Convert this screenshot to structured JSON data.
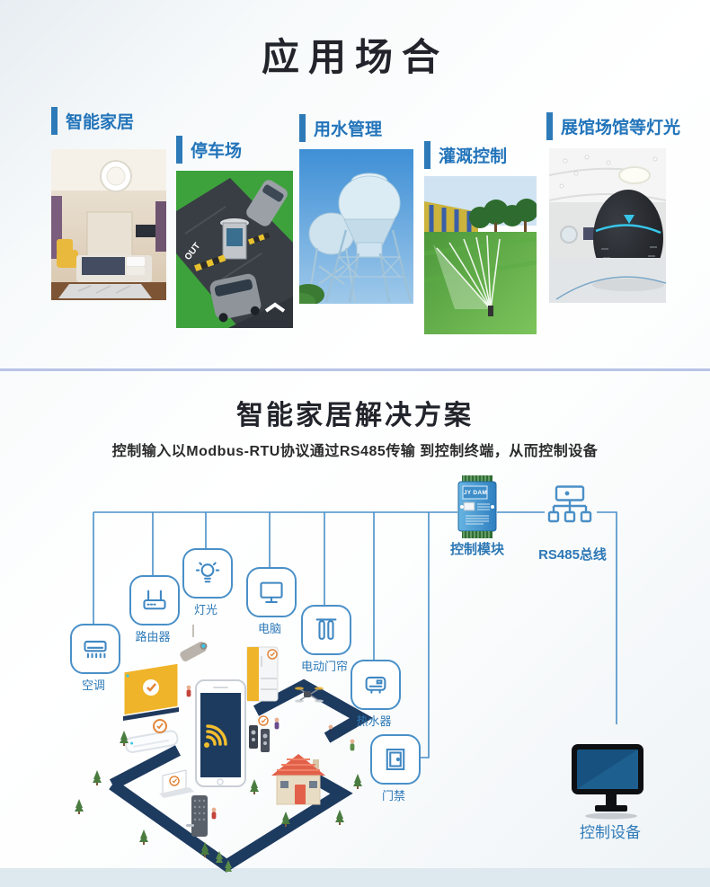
{
  "page": {
    "title": "应用场合",
    "solution_title": "智能家居解决方案",
    "solution_subtitle": "控制输入以Modbus-RTU协议通过RS485传输 到控制终端，从而控制设备"
  },
  "applications": [
    {
      "label": "智能家居",
      "image": "bedroom-photo"
    },
    {
      "label": "停车场",
      "image": "parking-lot-illustration",
      "road_text": "OUT"
    },
    {
      "label": "用水管理",
      "image": "water-tower-photo"
    },
    {
      "label": "灌溉控制",
      "image": "irrigation-sprinkler-photo"
    },
    {
      "label": "展馆场馆等灯光",
      "image": "exhibition-hall-photo"
    }
  ],
  "solution": {
    "devices": [
      {
        "label": "空调",
        "icon": "air-conditioner-icon"
      },
      {
        "label": "路由器",
        "icon": "router-icon"
      },
      {
        "label": "灯光",
        "icon": "light-bulb-icon"
      },
      {
        "label": "电脑",
        "icon": "computer-icon"
      },
      {
        "label": "电动门帘",
        "icon": "electric-curtain-icon"
      },
      {
        "label": "热水器",
        "icon": "water-heater-icon"
      },
      {
        "label": "门禁",
        "icon": "door-access-icon"
      }
    ],
    "control_module": {
      "label": "控制模块",
      "brand": "JY DAM"
    },
    "bus": {
      "label": "RS485总线"
    },
    "control_device": {
      "label": "控制设备"
    }
  },
  "colors": {
    "accent_blue": "#2e7ab8",
    "label_blue": "#2274ba",
    "line_blue": "#4a90c8",
    "navy_path": "#1d3a5f",
    "highlight_yellow": "#f0b42a",
    "divider": "#b9c3e7",
    "title_dark": "#22242b"
  }
}
